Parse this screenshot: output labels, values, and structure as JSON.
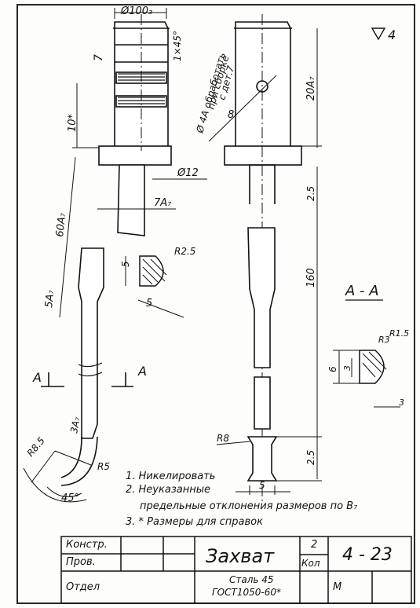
{
  "corner_roughness": "4",
  "left_view": {
    "dims": {
      "d_top": "Ø100₃",
      "chamfer": "1×45°",
      "roughness": "7",
      "h_ref": "10*",
      "d12": "Ø12",
      "a7": "7A₇",
      "len60": "60A₇",
      "len5": "5A₇",
      "tip3": "3A₇",
      "r85": "R8.5",
      "r5": "R5",
      "angle": "45°",
      "section_mark": "A"
    },
    "detail": {
      "r25": "R2.5",
      "w5": "5",
      "h5": "5"
    }
  },
  "right_view": {
    "note_hole": "Ø 4A обработать",
    "note_hole_2": "при сборке",
    "note_hole_3": "с дет.7",
    "roughness": "8",
    "dims": {
      "d20": "20A₇",
      "d25a": "2.5",
      "d160": "160",
      "r8": "R8",
      "d25b": "2.5",
      "w5": "5"
    }
  },
  "section": {
    "title": "A - A",
    "r3": "R3",
    "r15": "R1.5",
    "h6": "6",
    "h3": "3",
    "w3": "3"
  },
  "notes": [
    "1. Никелировать",
    "2. Неуказанные",
    "предельные отклонения размеров по В₇",
    "3. * Размеры для справок"
  ],
  "title_block": {
    "konstr": "Констр.",
    "prov": "Пров.",
    "otdel": "Отдел",
    "name": "Захват",
    "qty": "2",
    "qty_label": "Кол",
    "number": "4 - 23",
    "material_1": "Сталь 45",
    "material_2": "ГОСТ1050-60*",
    "m_label": "М"
  }
}
